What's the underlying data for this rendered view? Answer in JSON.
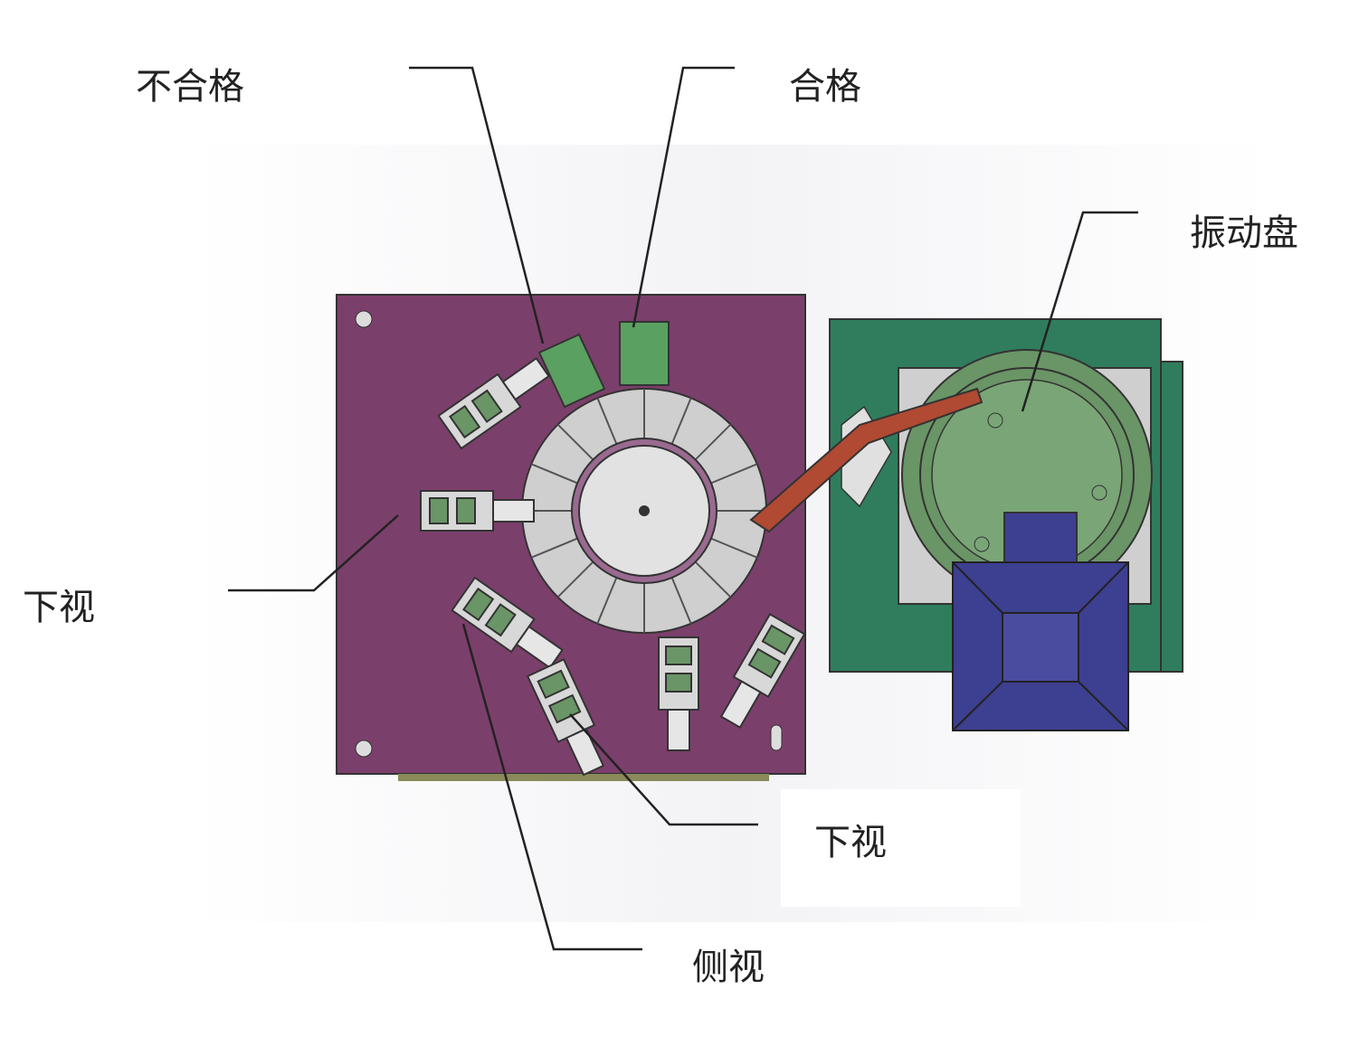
{
  "labels": {
    "reject": "不合格",
    "pass": "合格",
    "vibratory_bowl": "振动盘",
    "bottom_view_left": "下视",
    "bottom_view_bottom": "下视",
    "side_view": "侧视"
  },
  "colors": {
    "plate": "#7b3f6b",
    "base": "#2f7d5c",
    "bowl": "#6a9566",
    "motor": "#3d3f90",
    "table": "#cfcfcf",
    "bin": "#5aa060",
    "chute": "#b04a32"
  }
}
